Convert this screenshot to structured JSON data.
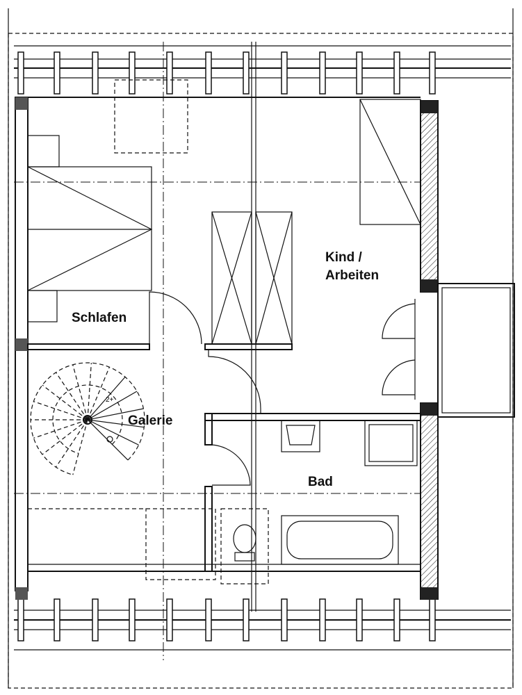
{
  "plan": {
    "rooms": {
      "schlafen": "Schlafen",
      "kind_line1": "Kind /",
      "kind_line2": "Arbeiten",
      "galerie": "Galerie",
      "bad": "Bad"
    },
    "stair_mark": "2+"
  }
}
